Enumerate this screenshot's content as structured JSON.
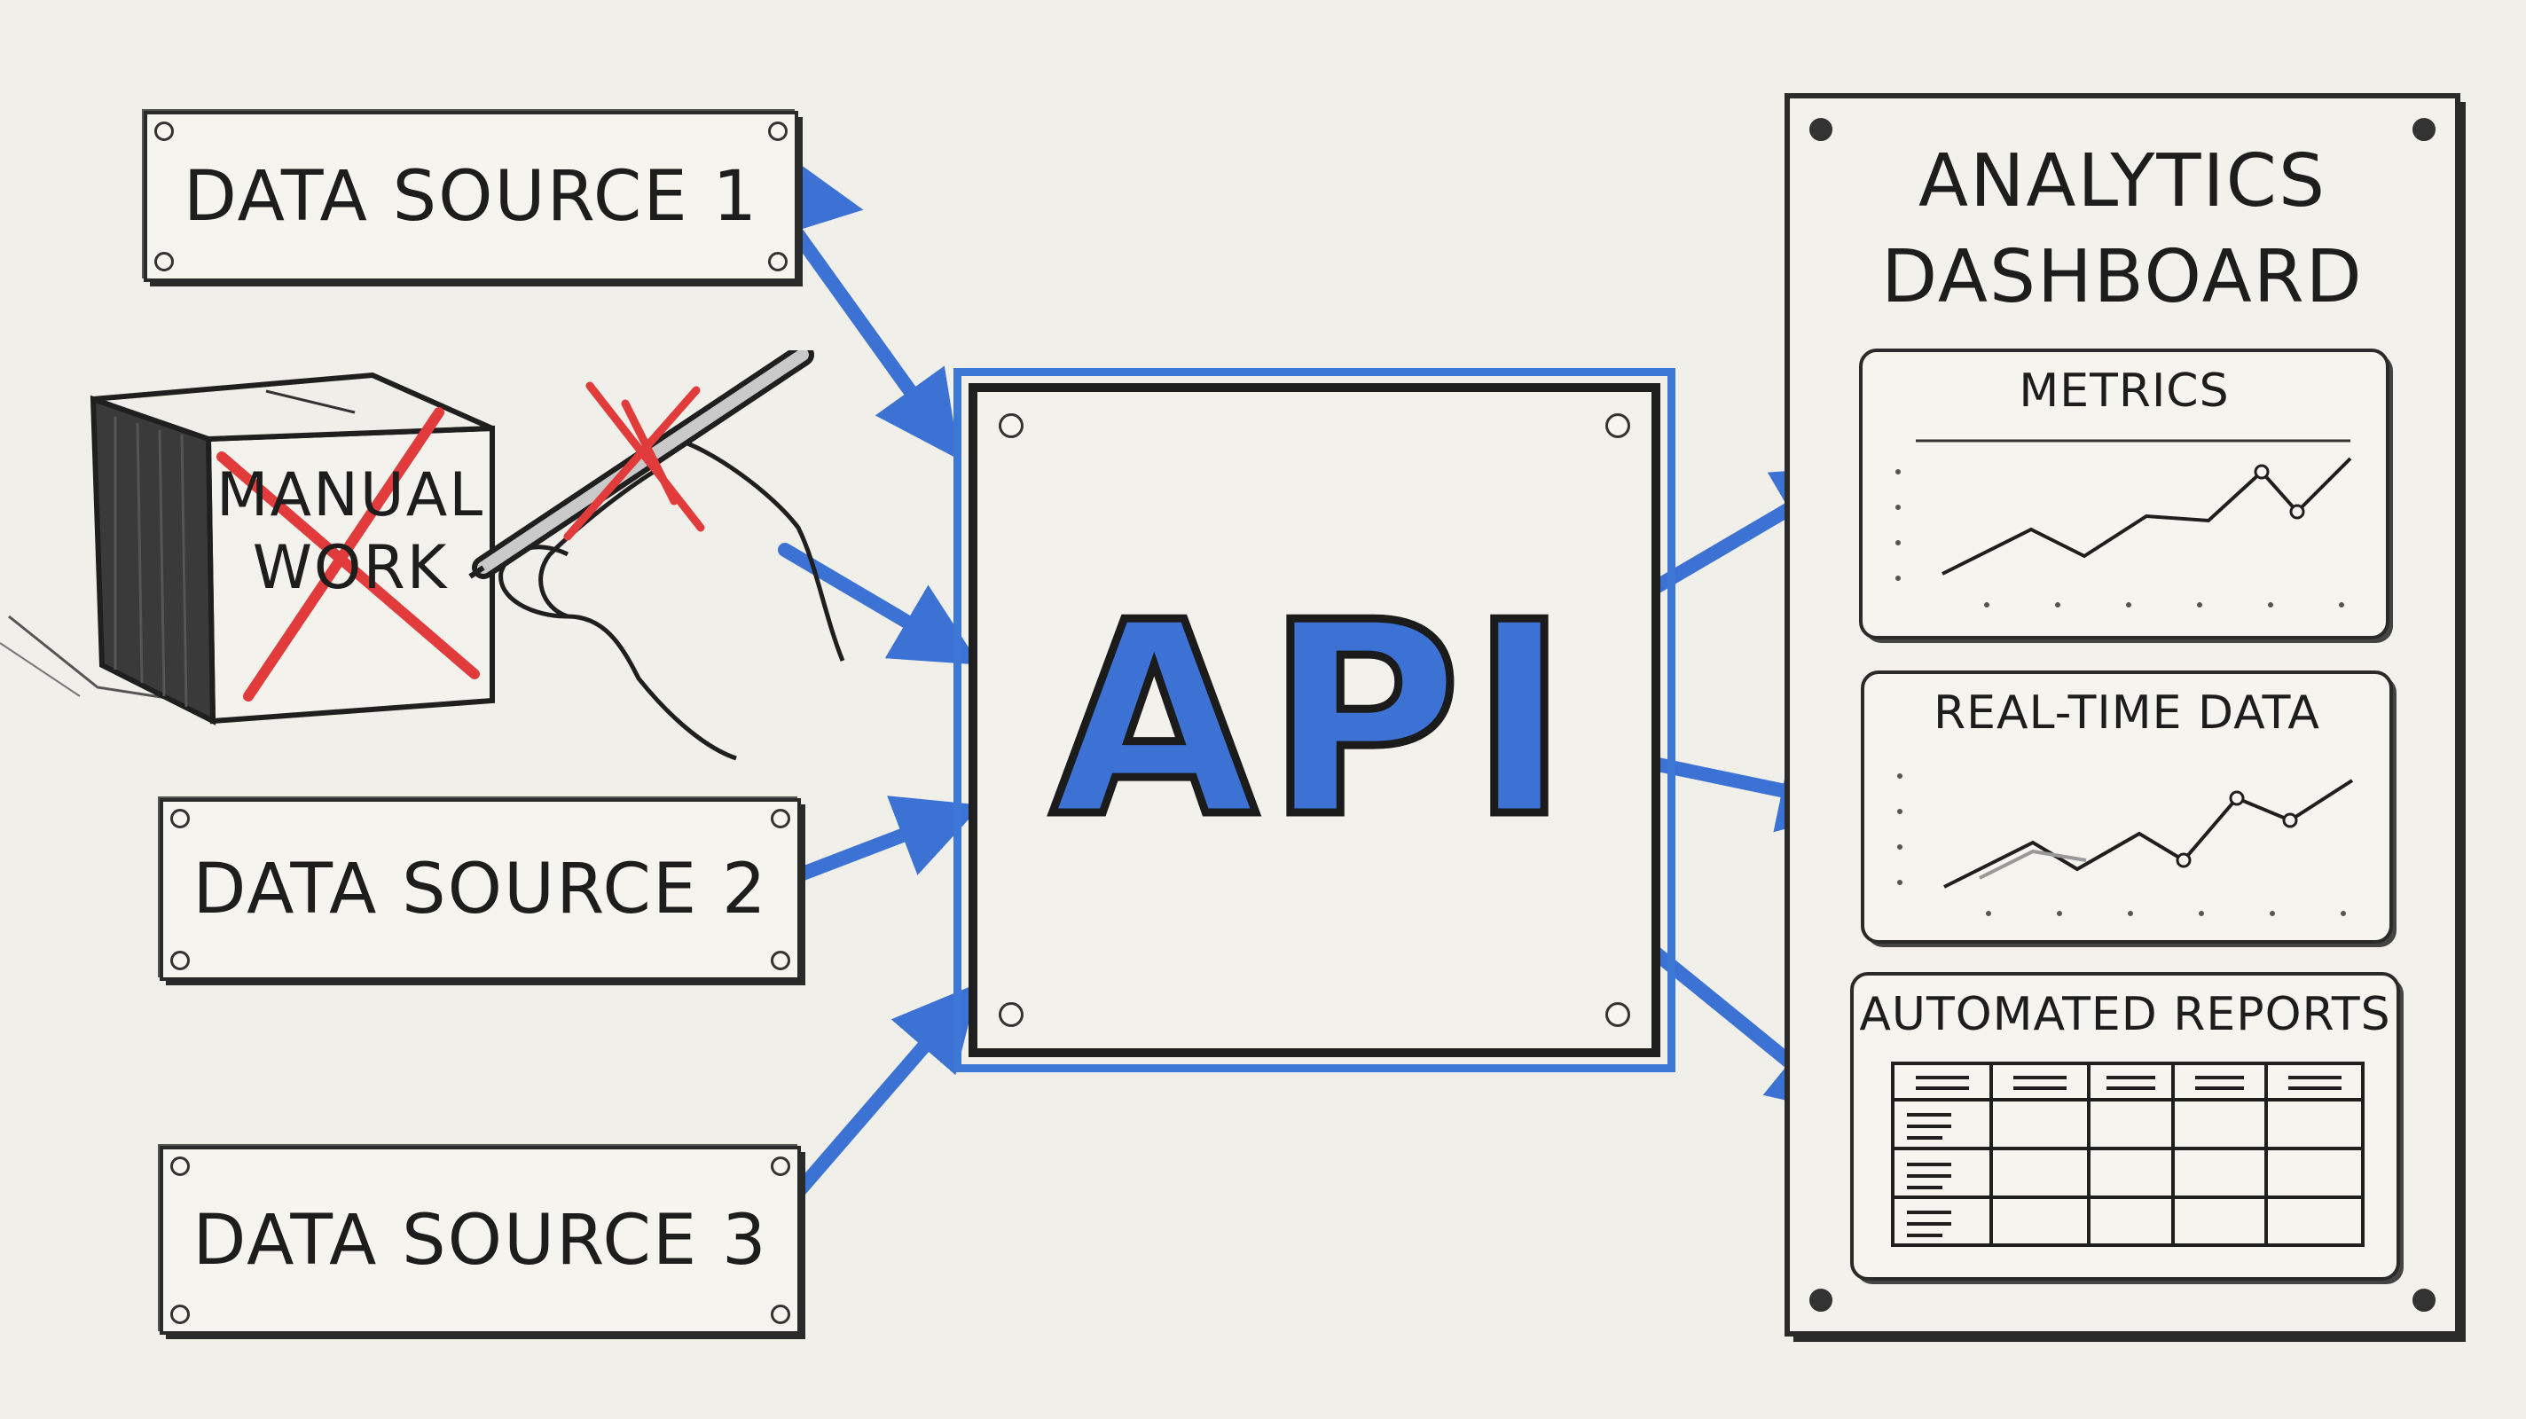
{
  "sources": [
    {
      "label": "DATA SOURCE 1"
    },
    {
      "label": "DATA SOURCE 2"
    },
    {
      "label": "DATA SOURCE 3"
    }
  ],
  "manual": {
    "line1": "MANUAL",
    "line2": "WORK"
  },
  "api": {
    "label": "API"
  },
  "dashboard": {
    "title_line1": "ANALYTICS",
    "title_line2": "DASHBOARD",
    "cards": [
      {
        "title": "METRICS"
      },
      {
        "title": "REAL-TIME DATA"
      },
      {
        "title": "AUTOMATED REPORTS"
      }
    ]
  },
  "colors": {
    "accent_blue": "#3b72d4",
    "cross_red": "#e23b3b",
    "ink": "#1d1d1d",
    "paper": "#f1efea"
  }
}
